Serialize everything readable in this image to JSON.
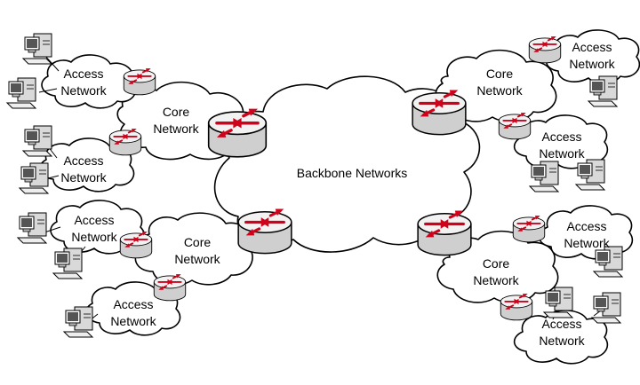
{
  "backbone": {
    "label": "Backbone Networks"
  },
  "core_network": {
    "line1": "Core",
    "line2": "Network"
  },
  "access_network": {
    "line1": "Access",
    "line2": "Network"
  },
  "colors": {
    "router_arrow": "#d0021b",
    "router_top": "#f2f2f2",
    "router_body": "#cfcfcf",
    "cloud_fill": "#ffffff",
    "outline": "#000000"
  },
  "icons": {
    "router": "router-icon",
    "computer": "desktop-computer-icon"
  }
}
